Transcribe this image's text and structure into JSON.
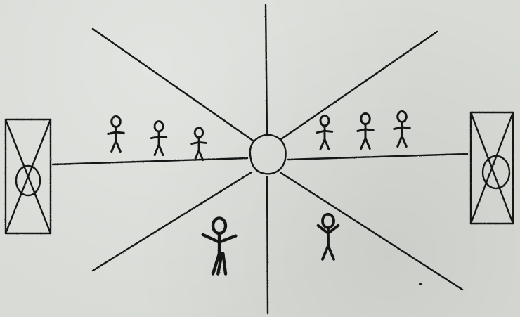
{
  "diagram": {
    "kind": "hand-drawn sketch",
    "ink_color": "#151515",
    "paper_color": "#d8dbd6",
    "elements": {
      "center_circle": {
        "count": 1
      },
      "radial_lines": {
        "count": 8
      },
      "side_panels": {
        "count": 2,
        "mark": "X with circle"
      },
      "figures_left_row": {
        "count": 3
      },
      "figures_right_row": {
        "count": 3
      },
      "figures_bottom": {
        "count": 2
      }
    }
  }
}
